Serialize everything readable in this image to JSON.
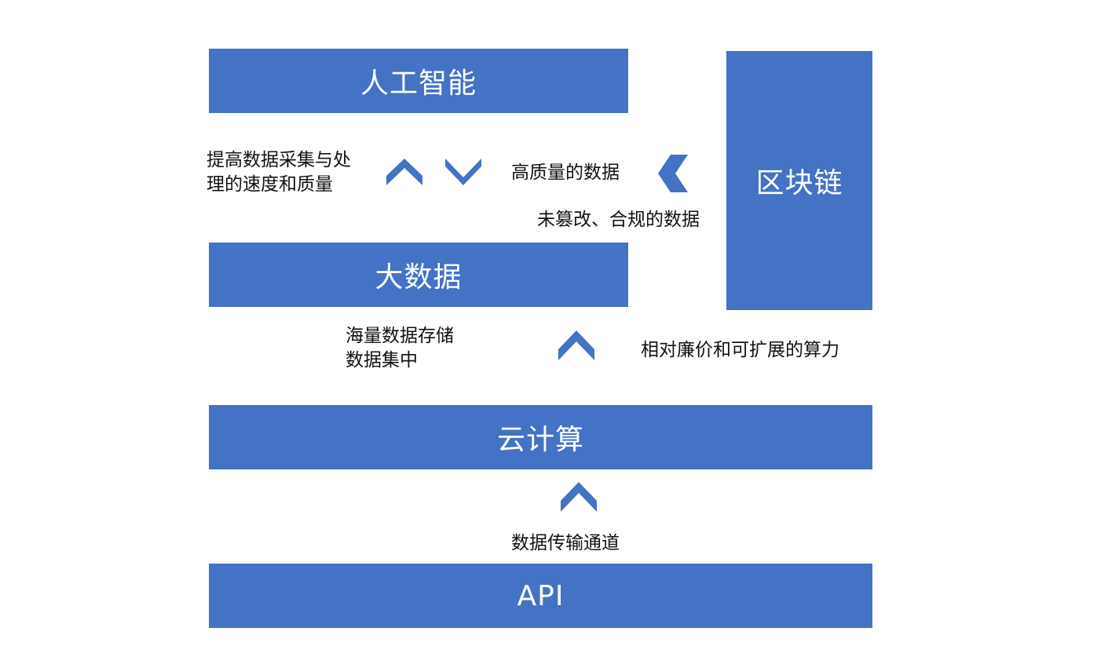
{
  "colors": {
    "block_fill": "#4472C4",
    "block_text": "#ffffff",
    "label_text": "#111111",
    "arrow_fill": "#4472C4"
  },
  "blocks": {
    "ai": "人工智能",
    "blockchain": "区块链",
    "big_data": "大数据",
    "cloud": "云计算",
    "api": "API"
  },
  "labels": {
    "ai_bigdata_line1": "提高数据采集与处",
    "ai_bigdata_line2": "理的速度和质量",
    "high_quality_data": "高质量的数据",
    "tamper_proof_data": "未篡改、合规的数据",
    "storage_line1": "海量数据存储",
    "storage_line2": "数据集中",
    "compute_power": "相对廉价和可扩展的算力",
    "data_channel": "数据传输通道"
  },
  "arrows": {
    "ai_bigdata_up": "chevron-up-icon",
    "ai_bigdata_down": "chevron-down-icon",
    "blockchain_left": "chevron-left-icon",
    "cloud_bigdata_up": "chevron-up-icon",
    "api_cloud_up": "chevron-up-icon"
  }
}
